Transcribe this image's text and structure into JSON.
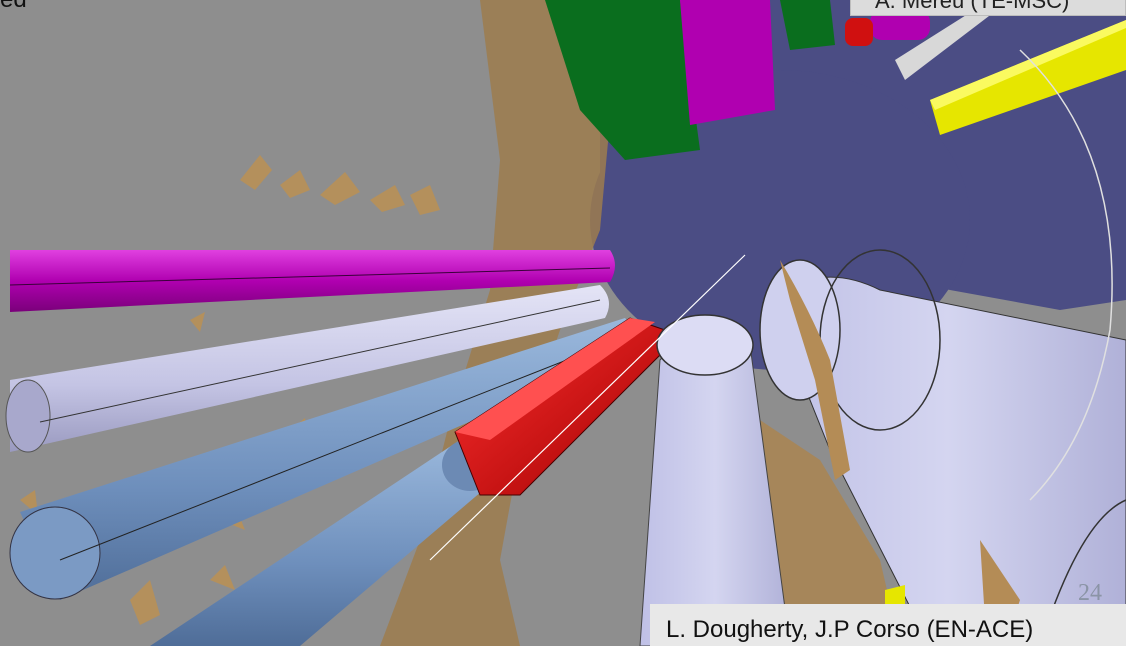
{
  "slide": {
    "top_left_fragment": "ed",
    "top_right_label": "A. Mereu (TE-MSC)",
    "credit": "L. Dougherty, J.P Corso (EN-ACE)",
    "page_number": "24"
  },
  "scene": {
    "description_colors": {
      "wall": "#8d8d8d",
      "tunnel_back": "#4a4c80",
      "magenta": "#b000b0",
      "lavender": "#c8c8e8",
      "steel_blue": "#7a9ac4",
      "red": "#d40000",
      "green": "#0a6e1e",
      "yellow": "#e6e600",
      "rock": "#b48c56"
    }
  }
}
